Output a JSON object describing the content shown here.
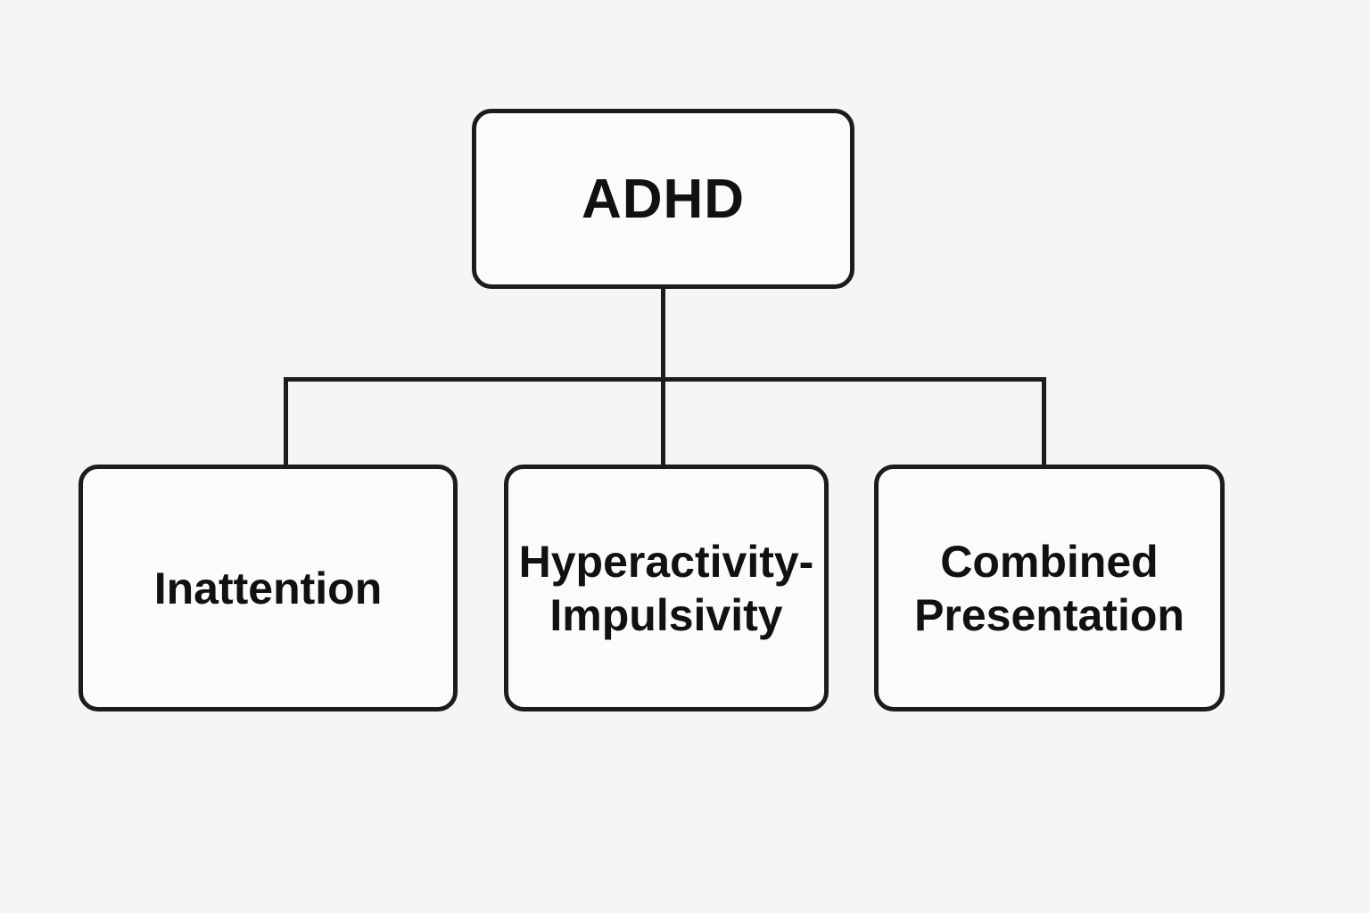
{
  "diagram": {
    "colors": {
      "background": "#f6f5f3",
      "node_fill": "#fcfbfa",
      "line": "#1c1c1c",
      "text": "#111111"
    },
    "root": {
      "label": "ADHD"
    },
    "children": [
      {
        "label": "Inattention"
      },
      {
        "label": "Hyperactivity-\nImpulsivity"
      },
      {
        "label": "Combined\nPresentation"
      }
    ]
  }
}
